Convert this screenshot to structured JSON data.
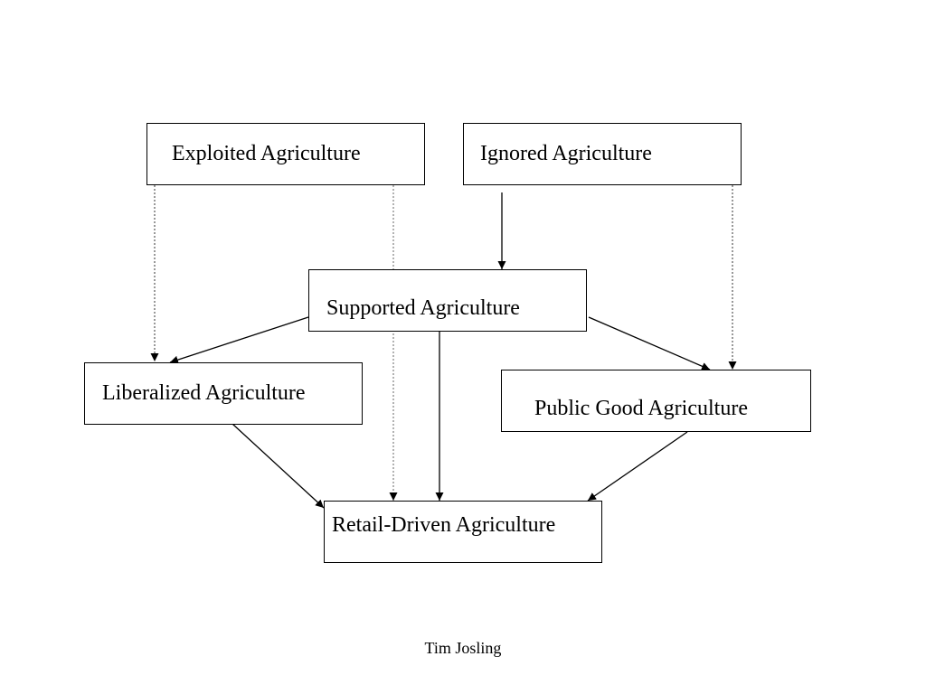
{
  "diagram": {
    "nodes": {
      "exploited": "Exploited Agriculture",
      "ignored": "Ignored Agriculture",
      "supported": "Supported Agriculture",
      "liberalized": "Liberalized Agriculture",
      "public_good": "Public Good Agriculture",
      "retail_driven": "Retail-Driven Agriculture"
    },
    "edges": [
      {
        "from": "ignored",
        "to": "supported",
        "style": "solid"
      },
      {
        "from": "supported",
        "to": "liberalized",
        "style": "solid"
      },
      {
        "from": "supported",
        "to": "public_good",
        "style": "solid"
      },
      {
        "from": "supported",
        "to": "retail_driven",
        "style": "solid"
      },
      {
        "from": "liberalized",
        "to": "retail_driven",
        "style": "solid"
      },
      {
        "from": "public_good",
        "to": "retail_driven",
        "style": "solid"
      },
      {
        "from": "exploited",
        "to": "liberalized",
        "style": "dotted"
      },
      {
        "from": "exploited",
        "to": "retail_driven",
        "style": "dotted"
      },
      {
        "from": "ignored",
        "to": "public_good",
        "style": "dotted"
      }
    ]
  },
  "footer": {
    "author": "Tim Josling"
  }
}
